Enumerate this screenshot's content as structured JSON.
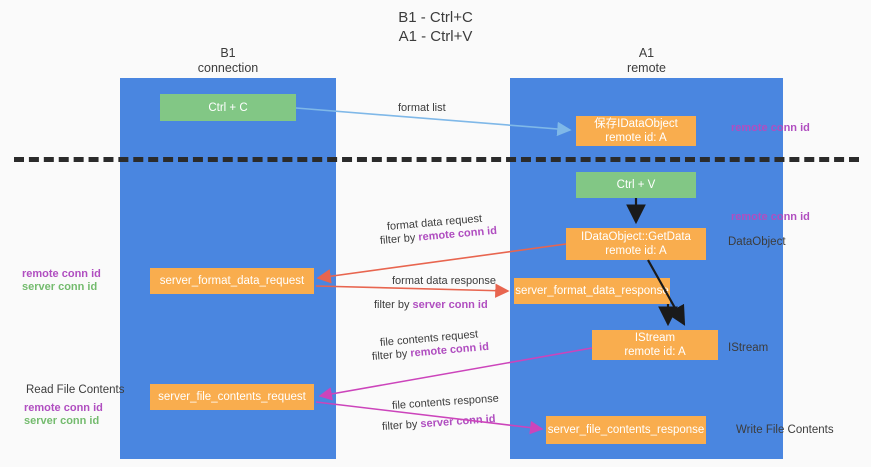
{
  "title": "B1 - Ctrl+C\nA1 - Ctrl+V",
  "lanes": [
    {
      "name": "b1",
      "header": "B1\nconnection",
      "color": "#4a86e0"
    },
    {
      "name": "a1",
      "header": "A1\nremote",
      "color": "#4a86e0"
    }
  ],
  "boxes": {
    "ctrl_c": "Ctrl + C",
    "save_idataobject": "保存IDataObject\nremote id: A",
    "ctrl_v": "Ctrl + V",
    "getdata": "IDataObject::GetData\nremote id: A",
    "server_format_data_request": "server_format_data_request",
    "server_format_data_response": "server_format_data_response",
    "istream": "IStream\nremote id: A",
    "server_file_contents_request": "server_file_contents_request",
    "server_file_contents_response": "server_file_contents_response"
  },
  "side_labels": {
    "dataobject": "DataObject",
    "istream": "IStream",
    "write_file_contents": "Write File Contents",
    "read_file_contents": "Read File Contents"
  },
  "conn_ids": {
    "remote": "remote conn id",
    "server": "server conn id"
  },
  "arrow_labels": {
    "format_list": "format list",
    "format_data_request": "format data request",
    "filter_by_prefix": "filter by ",
    "format_data_response": "format data response",
    "file_contents_request": "file contents request",
    "file_contents_response": "file contents response"
  },
  "colors": {
    "lane": "#4a86e0",
    "green_box": "#82c785",
    "orange_box": "#f9ad4e",
    "remote_conn_id": "#b04ec0",
    "server_conn_id": "#74bb6e",
    "blue_arrow": "#7fb8e8",
    "red_arrow": "#e8654f",
    "magenta_arrow": "#cc44bb",
    "black_arrow": "#1a1a1a",
    "divider": "#2b2b2b",
    "background": "#fafafa"
  }
}
